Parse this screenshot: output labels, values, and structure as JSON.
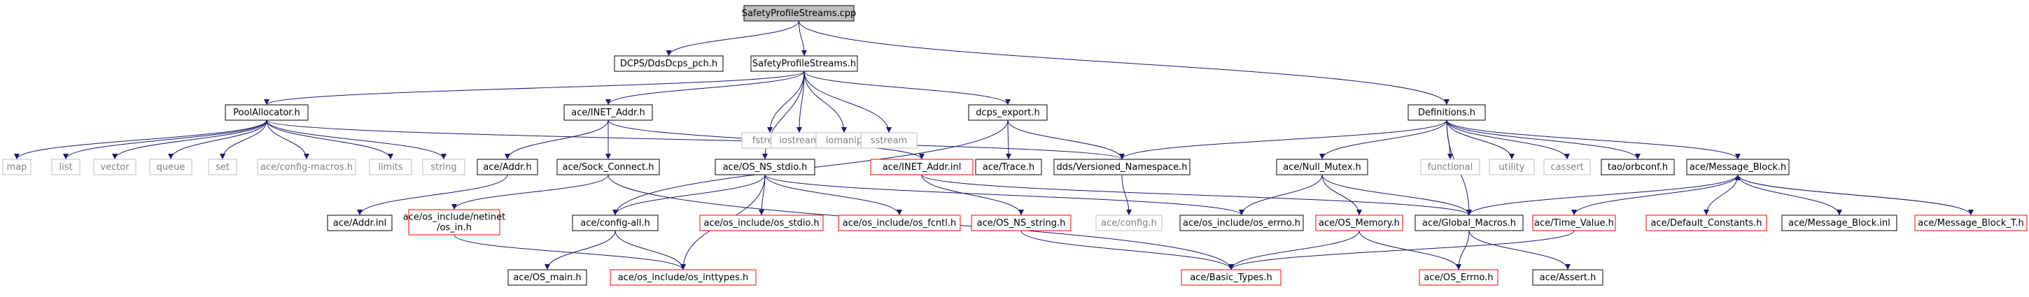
{
  "colors": {
    "edge": "#191970",
    "border_normal": "#000000",
    "border_missing": "#bfbfbf",
    "border_truncated": "#ff0000",
    "fill_root": "#bfbfbf",
    "fill_default": "#ffffff",
    "text_normal": "#000000",
    "text_missing": "#7f7f7f",
    "text_truncated": "#ff0000"
  },
  "nodes": {
    "n_root": {
      "label": "SafetyProfileStreams.cpp",
      "kind": "root"
    },
    "n_ddsdcps": {
      "label": "DCPS/DdsDcps_pch.h",
      "kind": "normal"
    },
    "n_sps_h": {
      "label": "SafetyProfileStreams.h",
      "kind": "normal"
    },
    "n_definitions": {
      "label": "Definitions.h",
      "kind": "normal"
    },
    "n_poolalloc": {
      "label": "PoolAllocator.h",
      "kind": "normal"
    },
    "n_inet_addr": {
      "label": "ace/INET_Addr.h",
      "kind": "normal"
    },
    "n_fstream": {
      "label": "fstream",
      "kind": "missing"
    },
    "n_iostream": {
      "label": "iostream",
      "kind": "missing"
    },
    "n_iomanip": {
      "label": "iomanip",
      "kind": "missing"
    },
    "n_sstream": {
      "label": "sstream",
      "kind": "missing"
    },
    "n_dcps_export": {
      "label": "dcps_export.h",
      "kind": "normal"
    },
    "n_map": {
      "label": "map",
      "kind": "missing"
    },
    "n_list": {
      "label": "list",
      "kind": "missing"
    },
    "n_vector": {
      "label": "vector",
      "kind": "missing"
    },
    "n_queue": {
      "label": "queue",
      "kind": "missing"
    },
    "n_set": {
      "label": "set",
      "kind": "missing"
    },
    "n_config_macros": {
      "label": "ace/config-macros.h",
      "kind": "missing"
    },
    "n_limits": {
      "label": "limits",
      "kind": "missing"
    },
    "n_string": {
      "label": "string",
      "kind": "missing"
    },
    "n_addr_h": {
      "label": "ace/Addr.h",
      "kind": "normal"
    },
    "n_sock_connect": {
      "label": "ace/Sock_Connect.h",
      "kind": "normal"
    },
    "n_os_ns_stdio": {
      "label": "ace/OS_NS_stdio.h",
      "kind": "normal"
    },
    "n_inet_addr_inl": {
      "label": "ace/INET_Addr.inl",
      "kind": "truncated"
    },
    "n_trace": {
      "label": "ace/Trace.h",
      "kind": "normal"
    },
    "n_versioned_ns": {
      "label": "dds/Versioned_Namespace.h",
      "kind": "normal"
    },
    "n_null_mutex": {
      "label": "ace/Null_Mutex.h",
      "kind": "normal"
    },
    "n_functional": {
      "label": "functional",
      "kind": "missing"
    },
    "n_utility": {
      "label": "utility",
      "kind": "missing"
    },
    "n_cassert": {
      "label": "cassert",
      "kind": "missing"
    },
    "n_orbconf": {
      "label": "tao/orbconf.h",
      "kind": "normal"
    },
    "n_message_block": {
      "label": "ace/Message_Block.h",
      "kind": "normal"
    },
    "n_addr_inl": {
      "label": "ace/Addr.inl",
      "kind": "normal"
    },
    "n_netinet_in_l1": {
      "label": "ace/os_include/netinet",
      "kind": "truncated"
    },
    "n_netinet_in_l2": {
      "label": "/os_in.h",
      "kind": "truncated"
    },
    "n_config_all": {
      "label": "ace/config-all.h",
      "kind": "normal"
    },
    "n_os_stdio": {
      "label": "ace/os_include/os_stdio.h",
      "kind": "truncated"
    },
    "n_os_fcntl": {
      "label": "ace/os_include/os_fcntl.h",
      "kind": "truncated"
    },
    "n_os_ns_string": {
      "label": "ace/OS_NS_string.h",
      "kind": "truncated"
    },
    "n_config_h": {
      "label": "ace/config.h",
      "kind": "missing"
    },
    "n_os_errno": {
      "label": "ace/os_include/os_errno.h",
      "kind": "normal"
    },
    "n_os_memory": {
      "label": "ace/OS_Memory.h",
      "kind": "truncated"
    },
    "n_global_macros": {
      "label": "ace/Global_Macros.h",
      "kind": "normal"
    },
    "n_time_value": {
      "label": "ace/Time_Value.h",
      "kind": "truncated"
    },
    "n_default_constants": {
      "label": "ace/Default_Constants.h",
      "kind": "truncated"
    },
    "n_message_block_inl": {
      "label": "ace/Message_Block.inl",
      "kind": "normal"
    },
    "n_message_block_t": {
      "label": "ace/Message_Block_T.h",
      "kind": "truncated"
    },
    "n_os_main": {
      "label": "ace/OS_main.h",
      "kind": "normal"
    },
    "n_os_inttypes": {
      "label": "ace/os_include/os_inttypes.h",
      "kind": "truncated"
    },
    "n_basic_types": {
      "label": "ace/Basic_Types.h",
      "kind": "truncated"
    },
    "n_os_errno_h": {
      "label": "ace/OS_Errno.h",
      "kind": "truncated"
    },
    "n_assert": {
      "label": "ace/Assert.h",
      "kind": "normal"
    }
  },
  "edges": [
    [
      "n_root",
      "n_ddsdcps"
    ],
    [
      "n_root",
      "n_sps_h"
    ],
    [
      "n_root",
      "n_definitions"
    ],
    [
      "n_sps_h",
      "n_poolalloc"
    ],
    [
      "n_sps_h",
      "n_inet_addr"
    ],
    [
      "n_sps_h",
      "n_os_ns_stdio"
    ],
    [
      "n_sps_h",
      "n_fstream"
    ],
    [
      "n_sps_h",
      "n_iostream"
    ],
    [
      "n_sps_h",
      "n_iomanip"
    ],
    [
      "n_sps_h",
      "n_sstream"
    ],
    [
      "n_sps_h",
      "n_dcps_export"
    ],
    [
      "n_poolalloc",
      "n_map"
    ],
    [
      "n_poolalloc",
      "n_list"
    ],
    [
      "n_poolalloc",
      "n_vector"
    ],
    [
      "n_poolalloc",
      "n_queue"
    ],
    [
      "n_poolalloc",
      "n_set"
    ],
    [
      "n_poolalloc",
      "n_config_macros"
    ],
    [
      "n_poolalloc",
      "n_limits"
    ],
    [
      "n_poolalloc",
      "n_string"
    ],
    [
      "n_poolalloc",
      "n_versioned_ns"
    ],
    [
      "n_inet_addr",
      "n_addr_h"
    ],
    [
      "n_inet_addr",
      "n_sock_connect"
    ],
    [
      "n_inet_addr",
      "n_inet_addr_inl"
    ],
    [
      "n_addr_h",
      "n_addr_inl"
    ],
    [
      "n_sock_connect",
      "n_netinet_in"
    ],
    [
      "n_sock_connect",
      "n_basic_types"
    ],
    [
      "n_netinet_in",
      "n_os_inttypes"
    ],
    [
      "n_os_ns_stdio",
      "n_config_all"
    ],
    [
      "n_os_ns_stdio",
      "n_os_stdio"
    ],
    [
      "n_os_ns_stdio",
      "n_os_fcntl"
    ],
    [
      "n_os_ns_stdio",
      "n_os_inttypes"
    ],
    [
      "n_os_ns_stdio",
      "n_os_errno"
    ],
    [
      "n_inet_addr_inl",
      "n_os_ns_string"
    ],
    [
      "n_inet_addr_inl",
      "n_global_macros"
    ],
    [
      "n_os_ns_string",
      "n_basic_types"
    ],
    [
      "n_config_all",
      "n_os_main"
    ],
    [
      "n_config_all",
      "n_os_inttypes"
    ],
    [
      "n_dcps_export",
      "n_config_all"
    ],
    [
      "n_dcps_export",
      "n_trace"
    ],
    [
      "n_dcps_export",
      "n_versioned_ns"
    ],
    [
      "n_versioned_ns",
      "n_config_h"
    ],
    [
      "n_definitions",
      "n_versioned_ns"
    ],
    [
      "n_definitions",
      "n_null_mutex"
    ],
    [
      "n_definitions",
      "n_functional"
    ],
    [
      "n_definitions",
      "n_utility"
    ],
    [
      "n_definitions",
      "n_cassert"
    ],
    [
      "n_definitions",
      "n_orbconf"
    ],
    [
      "n_definitions",
      "n_message_block"
    ],
    [
      "n_definitions",
      "n_global_macros"
    ],
    [
      "n_null_mutex",
      "n_os_errno"
    ],
    [
      "n_null_mutex",
      "n_os_memory"
    ],
    [
      "n_null_mutex",
      "n_global_macros"
    ],
    [
      "n_os_memory",
      "n_basic_types"
    ],
    [
      "n_os_memory",
      "n_os_errno_h"
    ],
    [
      "n_global_macros",
      "n_os_errno_h"
    ],
    [
      "n_global_macros",
      "n_assert"
    ],
    [
      "n_message_block",
      "n_global_macros"
    ],
    [
      "n_message_block",
      "n_time_value"
    ],
    [
      "n_message_block",
      "n_default_constants"
    ],
    [
      "n_message_block",
      "n_message_block_inl"
    ],
    [
      "n_message_block",
      "n_message_block_t"
    ],
    [
      "n_message_block_t",
      "n_message_block"
    ],
    [
      "n_time_value",
      "n_basic_types"
    ]
  ]
}
